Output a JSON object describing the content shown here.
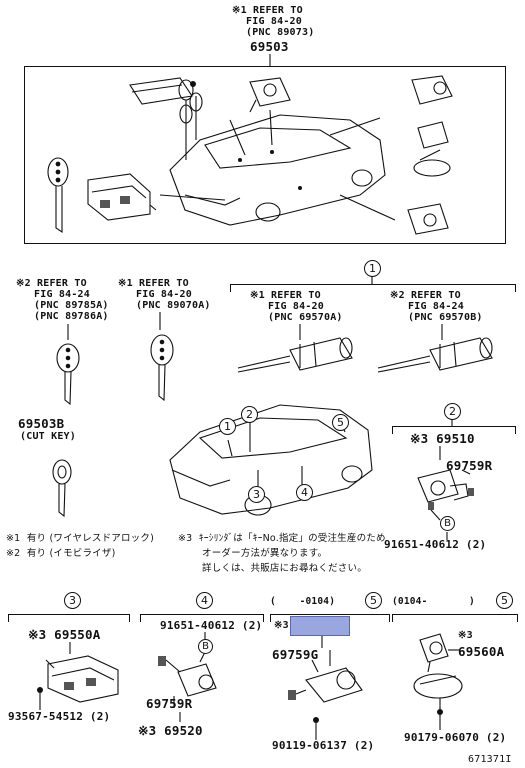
{
  "top": {
    "refer_line1": "※1 REFER TO",
    "refer_line2": "FIG 84-20",
    "refer_line3": "(PNC 89073)",
    "part_no": "69503"
  },
  "keys": {
    "left_refer_line1": "※2 REFER TO",
    "left_refer_line2": "FIG 84-24",
    "left_refer_line3": "(PNC 89785A)",
    "left_refer_line4": "(PNC 89786A)",
    "mid_refer_line1": "※1 REFER TO",
    "mid_refer_line2": "FIG 84-20",
    "mid_refer_line3": "(PNC 89070A)",
    "cut_part_no": "69503B",
    "cut_label": "(CUT KEY)"
  },
  "group1": {
    "marker": "1",
    "a_refer_line1": "※1 REFER TO",
    "a_refer_line2": "FIG 84-20",
    "a_refer_line3": "(PNC 69570A)",
    "b_refer_line1": "※2 REFER TO",
    "b_refer_line2": "FIG 84-24",
    "b_refer_line3": "(PNC 69570B)"
  },
  "car_markers": [
    "1",
    "2",
    "3",
    "4",
    "5"
  ],
  "group2": {
    "marker": "2",
    "note_part": "※3 69510",
    "part_a": "69759R",
    "bolt_label": "B",
    "part_b": "91651-40612 (2)"
  },
  "notes": {
    "n1": "※1  有り (ワイヤレスドアロック)",
    "n2": "※2  有り (イモビライザ)",
    "n3_line1": "※3  ｷｰｼﾘﾝﾀﾞは「ｷｰNo.指定」の受注生産のため",
    "n3_line2": "オーダー方法が異なります。",
    "n3_line3": "詳しくは、共販店にお尋ねください。"
  },
  "group3": {
    "marker": "3",
    "part_a": "※3 69550A",
    "part_b": "93567-54512 (2)"
  },
  "group4": {
    "marker": "4",
    "part_top": "91651-40612 (2)",
    "bolt_label": "B",
    "part_a": "69759R",
    "part_b": "※3 69520"
  },
  "group5a": {
    "range": "(    -0104)",
    "marker": "5",
    "note": "※3",
    "part_a": "69759G",
    "part_b": "90119-06137 (2)",
    "highlight_color": "#9aa6e0"
  },
  "group5b": {
    "range": "(0104-       )",
    "marker": "5",
    "note": "※3",
    "part_a": "69560A",
    "part_b": "90179-06070 (2)"
  },
  "figure_id": "671371I"
}
